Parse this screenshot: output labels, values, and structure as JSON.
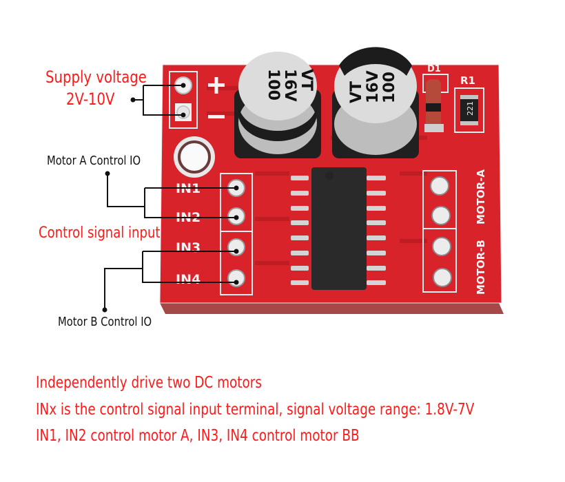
{
  "diagram": {
    "title": "Dual DC motor driver module pinout",
    "colors": {
      "pcb": "#d8232a",
      "pcb_dark": "#b71c22",
      "pcb_edge": "#9c3a3a",
      "silkscreen": "#f4f4f4",
      "annotation_red": "#ff1a1a",
      "annotation_black": "#111111",
      "ic": "#2a2a2a",
      "capacitor_top": "#d6d6d6",
      "capacitor_stripe": "#1c1c1c"
    },
    "callouts": {
      "supply_voltage": "Supply voltage",
      "supply_range": "2V-10V",
      "motor_a_io": "Motor A Control IO",
      "control_signal_input": "Control signal input",
      "motor_b_io": "Motor B Control IO"
    },
    "board": {
      "power_plus": "+",
      "power_minus": "—",
      "input_pins": [
        "IN1",
        "IN2",
        "IN3",
        "IN4"
      ],
      "motor_label_a": "MOTOR-A",
      "motor_label_b": "MOTOR-B",
      "diode_ref": "D1",
      "resistor_ref": "R1",
      "resistor_code": "221",
      "capacitors": [
        {
          "value": "100",
          "voltage": "16V",
          "series": "VT"
        },
        {
          "value": "100",
          "voltage": "16V",
          "series": "VT"
        }
      ]
    },
    "description_lines": [
      "Independently drive two DC motors",
      "INx is the control signal input terminal, signal voltage range: 1.8V-7V",
      "IN1, IN2 control motor A, IN3, IN4 control motor BB"
    ]
  }
}
